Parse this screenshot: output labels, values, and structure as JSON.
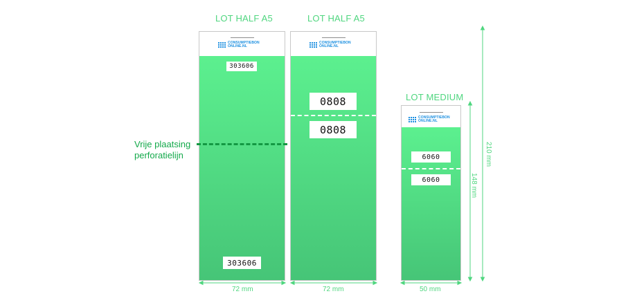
{
  "titles": {
    "half_a5_1": "LOT HALF A5",
    "half_a5_2": "LOT HALF A5",
    "medium": "LOT MEDIUM"
  },
  "logo": {
    "line1": "CONSUMPTIEBON",
    "line2": "ONLINE.NL",
    "color": "#1b8fe0"
  },
  "tickets": {
    "half_a5_1": {
      "numbers": [
        "303606",
        "303606"
      ]
    },
    "half_a5_2": {
      "numbers": [
        "0808",
        "0808"
      ]
    },
    "medium": {
      "numbers": [
        "6060",
        "6060"
      ]
    }
  },
  "callout": {
    "line1": "Vrije plaatsing",
    "line2": "perforatielijn"
  },
  "dimensions": {
    "width_half_a5_1": "72 mm",
    "width_half_a5_2": "72 mm",
    "width_medium": "50 mm",
    "height_medium": "148 mm",
    "height_half_a5": "210 mm"
  },
  "colors": {
    "ticket_green_top": "#5cf08f",
    "ticket_green_bottom": "#46c577",
    "label_green": "#4fd67f",
    "callout_green": "#13a94a"
  }
}
